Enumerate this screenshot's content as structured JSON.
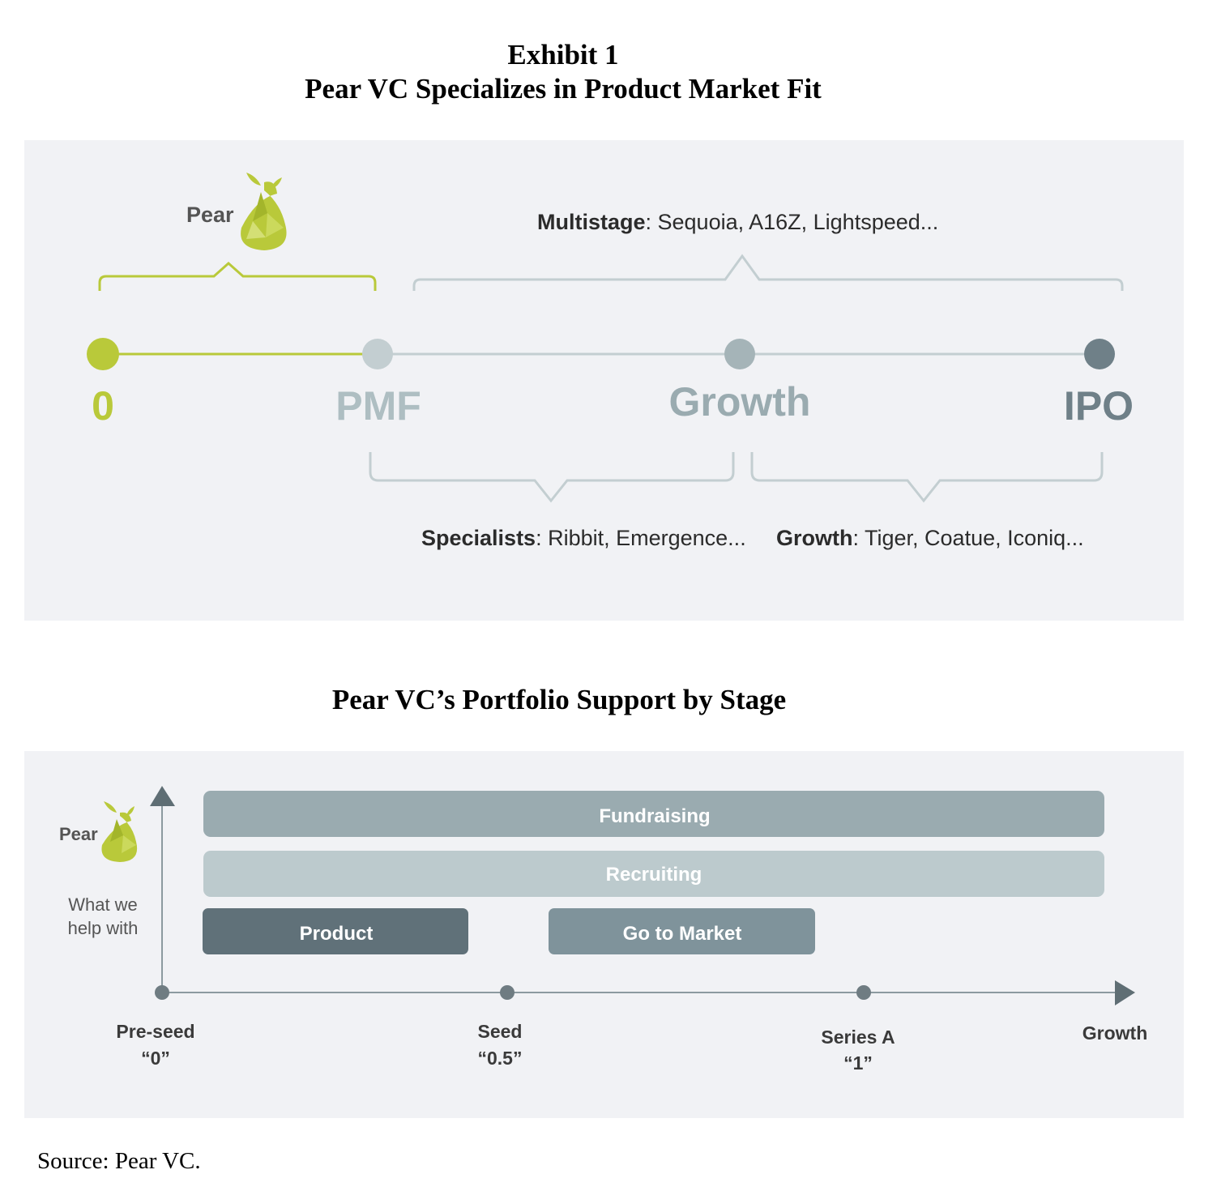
{
  "exhibit": {
    "label": "Exhibit 1",
    "title": "Pear VC Specializes in Product Market Fit"
  },
  "top_diagram": {
    "logo_text": "Pear",
    "stages": [
      {
        "label": "0",
        "color": "#b9c93a"
      },
      {
        "label": "PMF",
        "color": "#aebec2"
      },
      {
        "label": "Growth",
        "color": "#9aabb0"
      },
      {
        "label": "IPO",
        "color": "#6f8088"
      }
    ],
    "multistage": {
      "bold": "Multistage",
      "rest": ": Sequoia, A16Z, Lightspeed..."
    },
    "specialists": {
      "bold": "Specialists",
      "rest": ": Ribbit, Emergence..."
    },
    "growth_investors": {
      "bold": "Growth",
      "rest": ": Tiger, Coatue, Iconiq..."
    }
  },
  "portfolio": {
    "title": "Pear VC’s Portfolio Support by Stage",
    "logo_text": "Pear",
    "y_axis_label_line1": "What we",
    "y_axis_label_line2": "help with",
    "bars": [
      {
        "label": "Fundraising",
        "color": "#9aabb0"
      },
      {
        "label": "Recruiting",
        "color": "#bccacd"
      },
      {
        "label": "Product",
        "color": "#607179"
      },
      {
        "label": "Go to Market",
        "color": "#7f939b"
      }
    ],
    "stages": [
      {
        "name": "Pre-seed",
        "value": "“0”"
      },
      {
        "name": "Seed",
        "value": "“0.5”"
      },
      {
        "name": "Series A",
        "value": "“1”"
      }
    ],
    "x_axis_end_label": "Growth"
  },
  "source": "Source: Pear VC.",
  "colors": {
    "pear_green": "#b9c93a",
    "axis_gray": "#8c9aa0",
    "bracket_gray": "#c3ced1",
    "text_dark": "#2b2b2b"
  }
}
